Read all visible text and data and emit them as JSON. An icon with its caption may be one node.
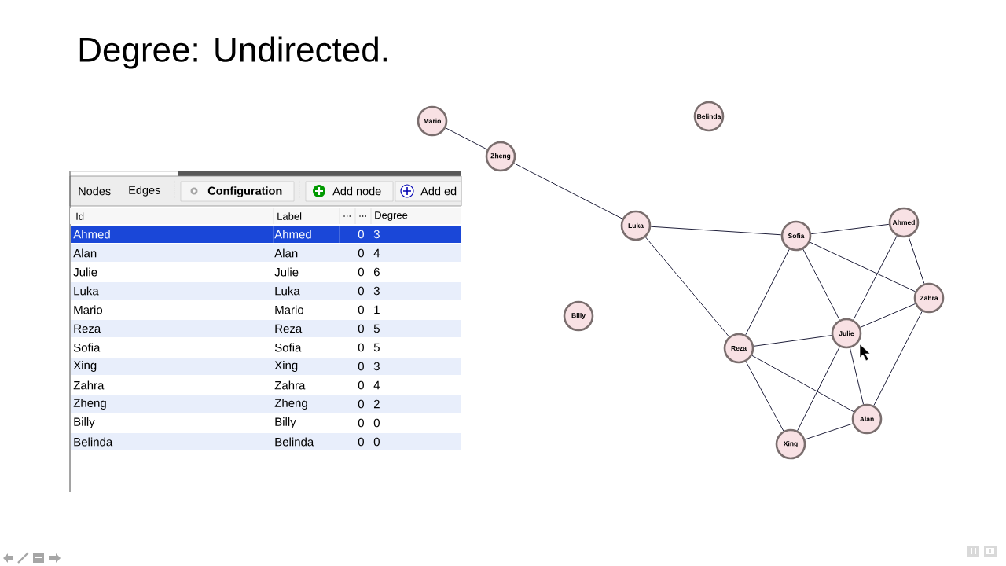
{
  "diagram": {
    "title": "Degree: Undirected.",
    "nodes": [
      {
        "text": [
          "Mario"
        ]
      },
      {
        "text": [
          "Zheng"
        ]
      },
      {
        "text": [
          "Belinda"
        ]
      },
      {
        "text": [
          "Luka"
        ]
      },
      {
        "text": [
          "Sofia"
        ]
      },
      {
        "text": [
          "Ahmed"
        ]
      },
      {
        "text": [
          "Zahra"
        ]
      },
      {
        "text": [
          "Billy"
        ]
      },
      {
        "text": [
          "Julie"
        ]
      },
      {
        "text": [
          "Reza"
        ]
      },
      {
        "text": [
          "Alan"
        ]
      },
      {
        "text": [
          "Xing"
        ]
      }
    ],
    "edges": [
      {
        "from": 0,
        "to": 1,
        "arrow": "none"
      },
      {
        "from": 1,
        "to": 3,
        "arrow": "none"
      },
      {
        "from": 3,
        "to": 4,
        "arrow": "none"
      },
      {
        "from": 3,
        "to": 9,
        "arrow": "none"
      },
      {
        "from": 4,
        "to": 5,
        "arrow": "none"
      },
      {
        "from": 4,
        "to": 9,
        "arrow": "none"
      },
      {
        "from": 4,
        "to": 8,
        "arrow": "none"
      },
      {
        "from": 4,
        "to": 6,
        "arrow": "none"
      },
      {
        "from": 5,
        "to": 8,
        "arrow": "none"
      },
      {
        "from": 5,
        "to": 6,
        "arrow": "none"
      },
      {
        "from": 6,
        "to": 8,
        "arrow": "none"
      },
      {
        "from": 6,
        "to": 10,
        "arrow": "none"
      },
      {
        "from": 9,
        "to": 8,
        "arrow": "none"
      },
      {
        "from": 9,
        "to": 10,
        "arrow": "none"
      },
      {
        "from": 9,
        "to": 11,
        "arrow": "none"
      },
      {
        "from": 8,
        "to": 11,
        "arrow": "none"
      },
      {
        "from": 8,
        "to": 10,
        "arrow": "none"
      },
      {
        "from": 11,
        "to": 10,
        "arrow": "none"
      }
    ],
    "labels": [
      "Nodes",
      "Edges",
      "Configuration",
      "Add node",
      "Add ed",
      "Id",
      "Label",
      "...",
      "...",
      "Degree",
      "Ahmed",
      "Ahmed",
      "0",
      "3",
      "Alan",
      "Alan",
      "0",
      "4",
      "Julie",
      "Julie",
      "0",
      "6",
      "Luka",
      "Luka",
      "0",
      "3",
      "Mario",
      "Mario",
      "0",
      "1",
      "Reza",
      "Reza",
      "0",
      "5",
      "Sofia",
      "Sofia",
      "0",
      "5",
      "Xing",
      "Xing",
      "0",
      "3",
      "Zahra",
      "Zahra",
      "0",
      "4",
      "Zheng",
      "Zheng",
      "0",
      "2",
      "Billy",
      "Billy",
      "0",
      "0",
      "Belinda",
      "Belinda",
      "0",
      "0"
    ]
  }
}
